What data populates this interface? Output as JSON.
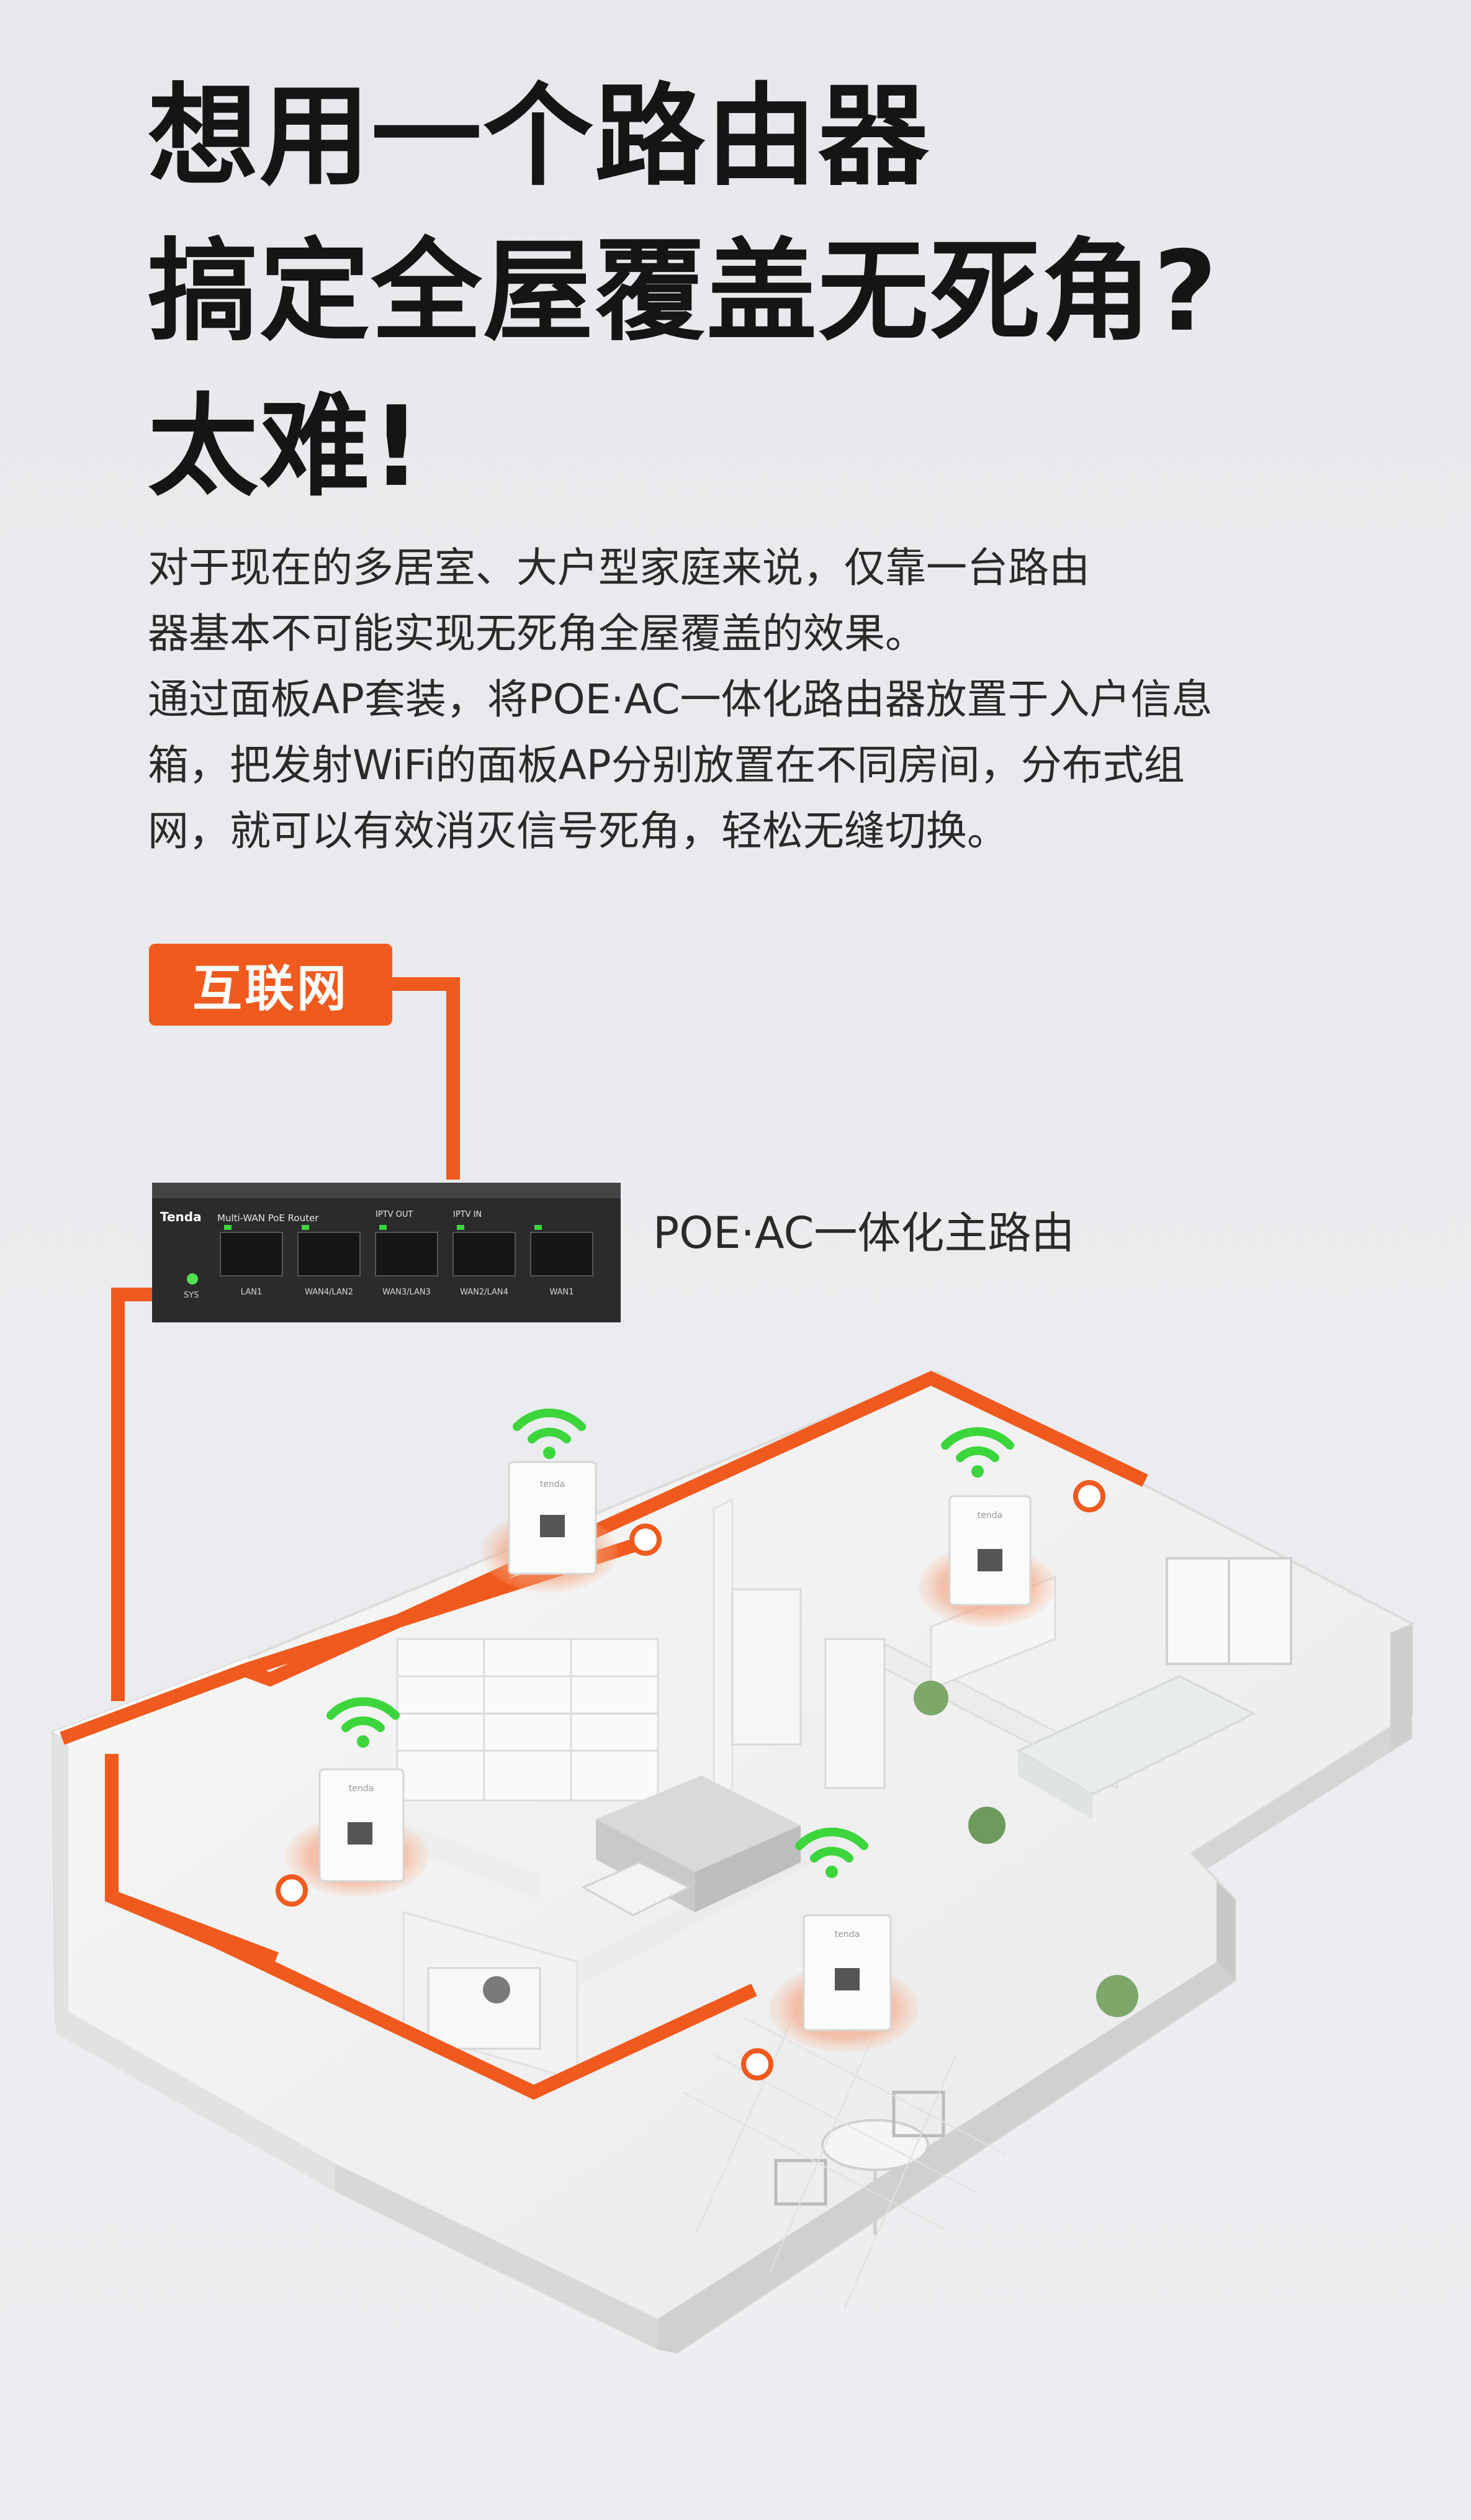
{
  "headline": {
    "line1": "想用一个路由器",
    "line2": "搞定全屋覆盖无死角?",
    "line3": "太难!"
  },
  "description": {
    "p1_line1": "对于现在的多居室、大户型家庭来说，仅靠一台路由",
    "p1_line2": "器基本不可能实现无死角全屋覆盖的效果。",
    "p2_line1": "通过面板AP套装，将POE·AC一体化路由器放置于入户信息",
    "p2_line2": "箱，把发射WiFi的面板AP分别放置在不同房间，分布式组",
    "p2_line3": "网，就可以有效消灭信号死角，轻松无缝切换。"
  },
  "internet_label": "互联网",
  "router": {
    "caption": "POE·AC一体化主路由",
    "brand": "Tenda",
    "model": "Multi-WAN PoE Router",
    "iptv_out": "IPTV OUT",
    "iptv_in": "IPTV IN",
    "sys": "SYS",
    "ports": [
      "LAN1",
      "WAN4/LAN2",
      "WAN3/LAN3",
      "WAN2/LAN4",
      "WAN1"
    ]
  },
  "panel_brand": "tenda",
  "colors": {
    "accent": "#f05a1e",
    "wifi": "#3cd63c",
    "text": "#151515"
  }
}
